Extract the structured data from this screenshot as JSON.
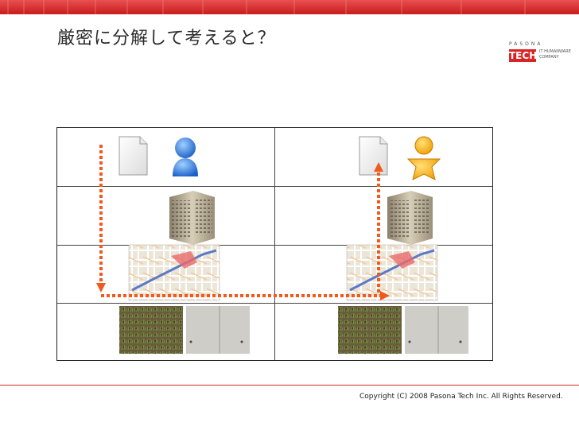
{
  "slide": {
    "title": "厳密に分解して考えると？",
    "copyright": "Copyright (C) 2008 Pasona Tech Inc. All Rights Reserved."
  },
  "logo": {
    "top_text": "PASONA",
    "main_text": "TECH",
    "sub_line1": "IT HUMANWARE",
    "sub_line2": "COMPANY"
  },
  "colors": {
    "brand_red": "#d92424",
    "arrow_orange": "#f05a1e",
    "grid_line": "#444444"
  },
  "icons": {
    "document": "document-icon",
    "person_left": "person-blue-icon",
    "person_right": "person-orange-icon",
    "building": "office-building-icon",
    "map": "map-image",
    "ground": "grass-soil-image",
    "concrete": "concrete-image"
  }
}
